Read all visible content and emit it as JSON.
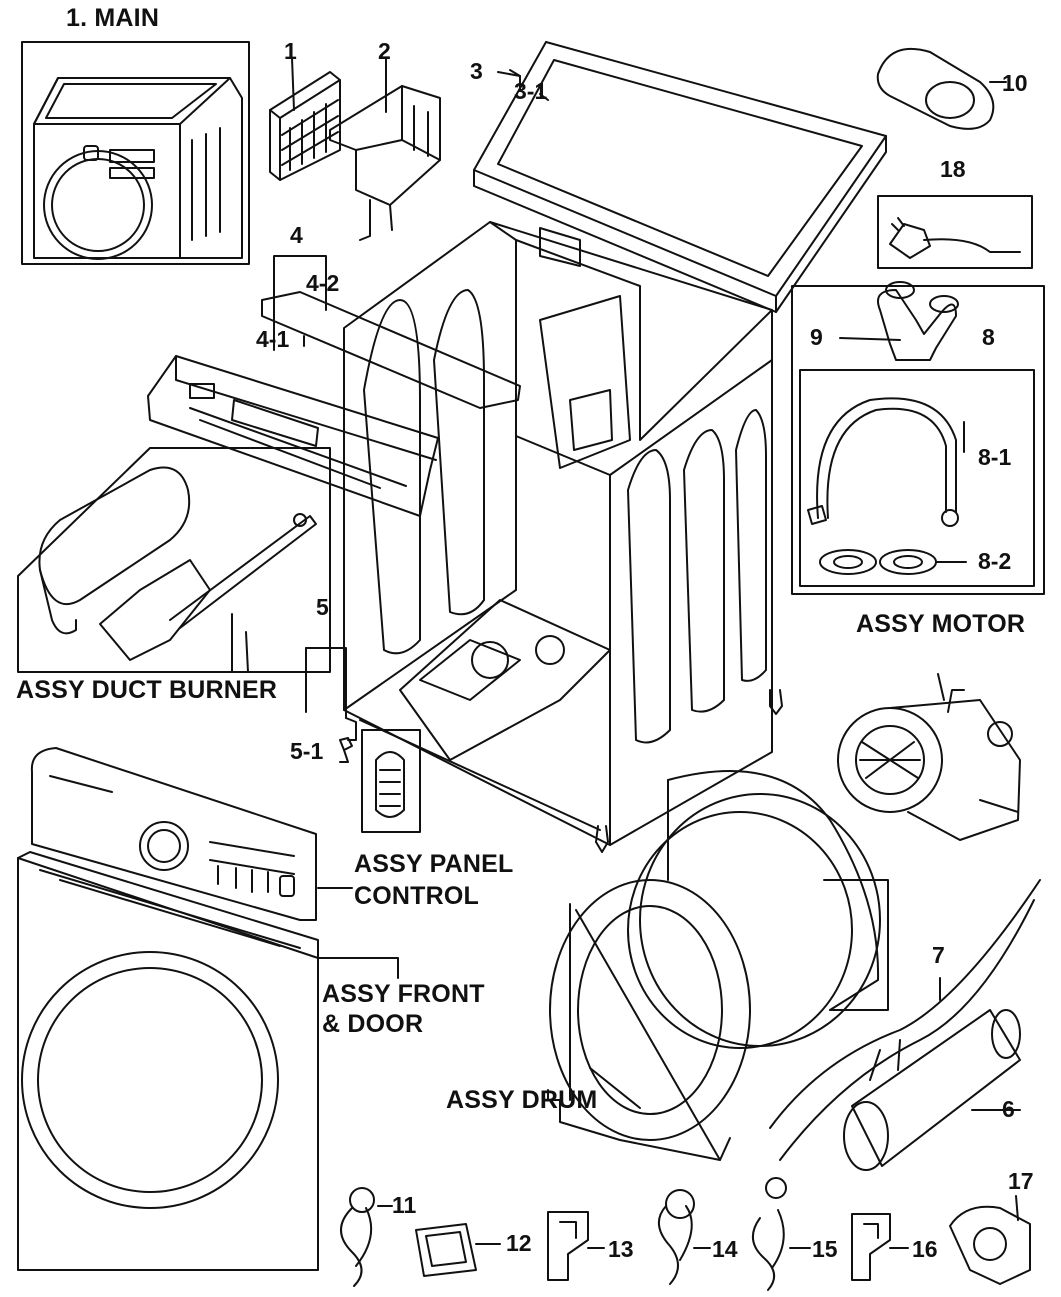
{
  "title": "1. MAIN",
  "parts": {
    "p1": "1",
    "p2": "2",
    "p3": "3",
    "p3_1": "3-1",
    "p4": "4",
    "p4_1": "4-1",
    "p4_2": "4-2",
    "p5": "5",
    "p5_1": "5-1",
    "p6": "6",
    "p7": "7",
    "p8": "8",
    "p8_1": "8-1",
    "p8_2": "8-2",
    "p9": "9",
    "p10": "10",
    "p11": "11",
    "p12": "12",
    "p13": "13",
    "p14": "14",
    "p15": "15",
    "p16": "16",
    "p17": "17",
    "p18": "18"
  },
  "assemblies": {
    "duct_burner": "ASSY DUCT BURNER",
    "motor": "ASSY MOTOR",
    "panel_control_1": "ASSY PANEL",
    "panel_control_2": "CONTROL",
    "front_door_1": "ASSY FRONT",
    "front_door_2": "& DOOR",
    "drum": "ASSY DRUM"
  },
  "colors": {
    "ink": "#111111",
    "paper": "#ffffff"
  }
}
